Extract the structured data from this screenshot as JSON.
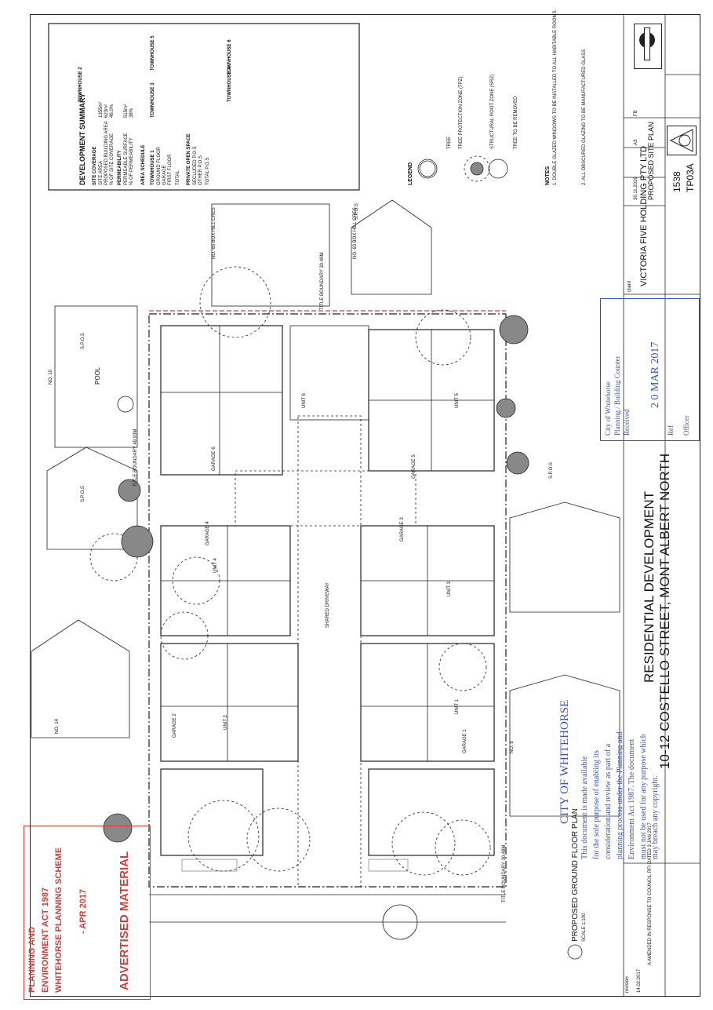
{
  "summary": {
    "title": "DEVELOPMENT SUMMARY",
    "site_coverage_head": "SITE COVERAGE",
    "site_area_label": "SITE AREA",
    "site_area_value": "1355m²",
    "building_area_label": "PROPOSED BUILDING AREA",
    "building_area_value": "623m²",
    "coverage_label": "% OF SITE COVERAGE",
    "coverage_value": "46.0%",
    "permeability_head": "PERMEABILITY",
    "permeable_label": "PERMEABLE SURFACE",
    "permeable_value": "515m²",
    "permeability_label": "% OF PERMEABILITY",
    "permeability_value": "38%",
    "area_schedule_head": "AREA SCHEDULE",
    "th1_head": "TOWNHOUSE 1",
    "th2_head": "TOWNHOUSE 2",
    "th3_head": "TOWNHOUSE 3",
    "th4_head": "TOWNHOUSE 4",
    "th5_head": "TOWNHOUSE 5",
    "th6_head": "TOWNHOUSE 6",
    "ground_floor": "GROUND FLOOR",
    "garage": "GARAGE",
    "first_floor": "FIRST FLOOR",
    "total": "TOTAL",
    "ppos_head": "PRIVATE OPEN SPACE",
    "secluded_pos": "SECLUDED P.O.S",
    "other_pos": "OTHER P.O.S",
    "total_pos": "TOTAL P.O.S"
  },
  "legend": {
    "title": "LEGEND",
    "tree_label": "TREE",
    "tpz_label": "TREE PROTECTION ZONE (TPZ)",
    "srz_label": "STRUCTURAL ROOT ZONE (SRZ)",
    "removed_label": "TREE TO BE REMOVED"
  },
  "notes": {
    "title": "NOTES",
    "note1": "1. DOUBLE GLAZED WINDOWS TO BE INSTALLED TO ALL HABITABLE ROOMS.",
    "note2": "2. ALL OBSCURED GLAZING TO BE MANUFACTURED GLASS"
  },
  "title_block": {
    "client_label": "client",
    "client": "VICTORIA FIVE HOLDING PTY LTD",
    "drawing": "PROPOSED SITE PLAN",
    "date": "30.11.2016",
    "scale": "A3",
    "drawn": "FB",
    "job_no": "1538",
    "drawing_no": "TP03A"
  },
  "project": {
    "line1": "RESIDENTIAL DEVELOPMENT",
    "line2": "10-12 COSTELLO STREET, MONT ALBERT NORTH"
  },
  "plan": {
    "caption": "PROPOSED GROUND FLOOR PLAN",
    "scale": "SCALE 1:100",
    "title_boundary_top": "TITLE BOUNDARY 30.48M",
    "title_boundary_mid": "TITLE BOUNDARY 49.93M",
    "spos": "S.P.O.S",
    "pool": "POOL",
    "no63": "NO. 63 BOX HILL CRES",
    "no65": "NO. 65 BOX HILL CRES",
    "no14": "NO. 14",
    "no8": "NO. 8",
    "no10": "NO. 10",
    "units": [
      "UNIT 1",
      "UNIT 2",
      "UNIT 3",
      "UNIT 4",
      "UNIT 5",
      "UNIT 6"
    ],
    "garages": [
      "GARAGE 1",
      "GARAGE 2",
      "GARAGE 3",
      "GARAGE 4",
      "GARAGE 5",
      "GARAGE 6"
    ],
    "driveway": "SHARED DRIVEWAY"
  },
  "stamp_whitehorse": {
    "line1": "PLANNING AND",
    "line2": "ENVIRONMENT ACT 1987",
    "line3": "WHITEHORSE PLANNING SCHEME",
    "line4": "- APR 2017",
    "line5": "ADVERTISED MATERIAL"
  },
  "stamp_city": {
    "head": "CITY OF WHITEHORSE",
    "l1": "This document is made available",
    "l2": "for the sole purpose of enabling its",
    "l3": "consideration and review as part of a",
    "l4": "planning process under the Planning and",
    "l5": "Environment Act 1987. The document",
    "l6": "must not be used for any purpose which",
    "l7": "may breach any copyright."
  },
  "stamp_received": {
    "l1": "City of Whitehorse",
    "l2": "Planning / Building Counter",
    "l3": "Received",
    "date": "2 0 MAR 2017",
    "ref": "Ref",
    "officer": "Officer"
  },
  "revisions": {
    "head": "revision",
    "rev1": "A  AMENDED IN RESPONSE TO COUNCIL RFI DATED 3 JAN 2017",
    "rev1_date": "14.02.2017"
  }
}
